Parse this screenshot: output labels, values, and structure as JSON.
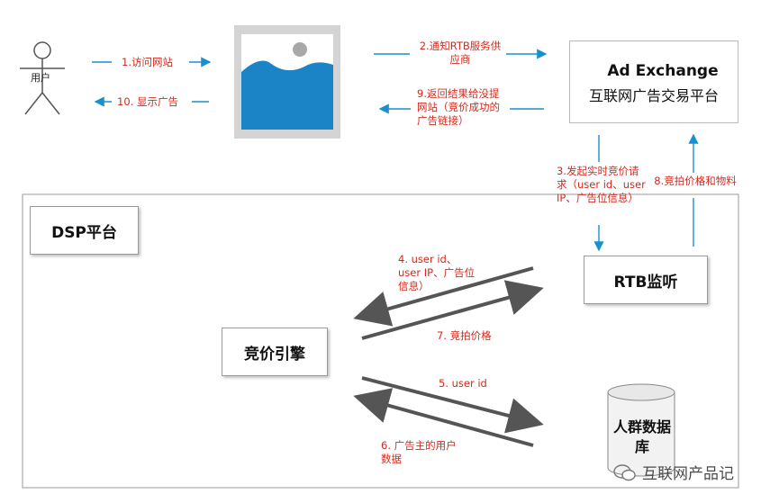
{
  "nodes": {
    "user": "用户",
    "ad_exchange_title": "Ad Exchange",
    "ad_exchange_subtitle": "互联网广告交易平台",
    "dsp": "DSP平台",
    "rtb": "RTB监听",
    "engine": "竞价引擎",
    "crowd_db": "人群数据库"
  },
  "steps": {
    "s1": "1.访问网站",
    "s10": "10. 显示广告",
    "s2": "2.通知RTB服务供应商",
    "s9": "9.返回结果给没提网站（竞价成功的广告链接）",
    "s3": "3.发起实时竞价请求（user id、user IP、广告位信息）",
    "s8": "8.竞拍价格和物料",
    "s4": "4. user id、user IP、广告位信息）",
    "s7": "7. 竞拍价格",
    "s5": "5. user id",
    "s6": "6. 广告主的用户数据"
  },
  "watermark": "互联网产品记",
  "colors": {
    "flow_arrow": "#1a8fd0",
    "step_label": "#d42a1e",
    "dsp_arrow": "#555555",
    "image_fill": "#1a84c7"
  }
}
